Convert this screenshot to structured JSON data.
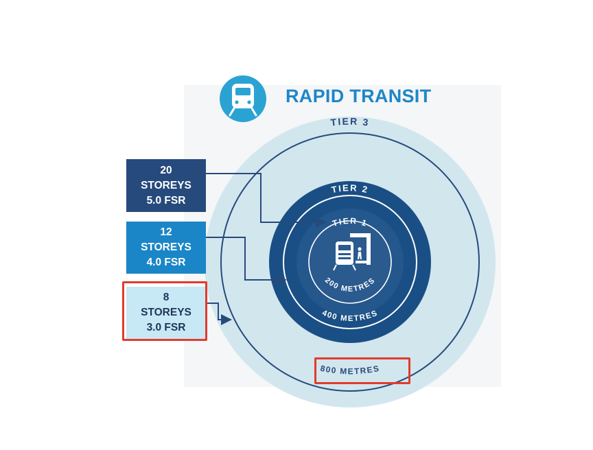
{
  "header": {
    "title": "RAPID TRANSIT",
    "icon": "train-icon",
    "icon_color": "#2aa3d3"
  },
  "tiers": [
    {
      "name": "TIER 3",
      "distance": "800 METRES",
      "color": "#d2e6ee"
    },
    {
      "name": "TIER 2",
      "distance": "400 METRES",
      "color": "#1a4f85"
    },
    {
      "name": "TIER 1",
      "distance": "200 METRES",
      "color": "#2a5a8e"
    }
  ],
  "boxes": [
    {
      "line1": "20",
      "line2": "STOREYS",
      "line3": "5.0 FSR",
      "color": "#274a7c",
      "target": "TIER 1"
    },
    {
      "line1": "12",
      "line2": "STOREYS",
      "line3": "4.0 FSR",
      "color": "#1b86c7",
      "target": "TIER 2"
    },
    {
      "line1": "8",
      "line2": "STOREYS",
      "line3": "3.0 FSR",
      "color": "#c7e8f5",
      "target": "TIER 3",
      "highlighted": true
    }
  ],
  "highlight_color": "#e23b2c",
  "station_icon": "train-platform-icon"
}
